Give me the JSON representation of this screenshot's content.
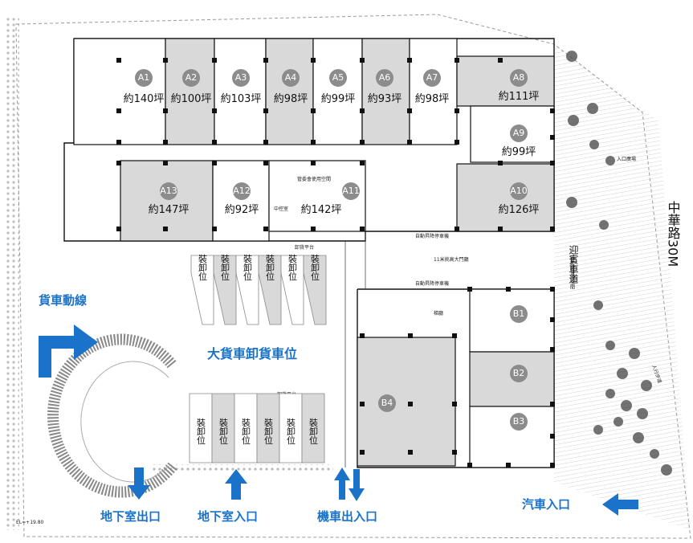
{
  "road_label": "中華路30M",
  "units_top": [
    {
      "id": "A1",
      "area": "約140坪"
    },
    {
      "id": "A2",
      "area": "約100坪"
    },
    {
      "id": "A3",
      "area": "約103坪"
    },
    {
      "id": "A4",
      "area": "約98坪"
    },
    {
      "id": "A5",
      "area": "約99坪"
    },
    {
      "id": "A6",
      "area": "約93坪"
    },
    {
      "id": "A7",
      "area": "約98坪"
    }
  ],
  "units_right": [
    {
      "id": "A8",
      "area": "約111坪"
    },
    {
      "id": "A9",
      "area": "約99坪"
    },
    {
      "id": "A10",
      "area": "約126坪"
    }
  ],
  "units_mid": [
    {
      "id": "A13",
      "area": "約147坪"
    },
    {
      "id": "A12",
      "area": "約92坪"
    },
    {
      "id": "A11",
      "area": "約142坪"
    }
  ],
  "units_b": [
    {
      "id": "B1"
    },
    {
      "id": "B2"
    },
    {
      "id": "B3"
    },
    {
      "id": "B4"
    }
  ],
  "labels": {
    "truck_route": "貨車動線",
    "big_truck_area": "大貨車卸貨車位",
    "basement_exit": "地下室出口",
    "basement_entrance": "地下室入口",
    "motorcycle_entrance": "機車出入口",
    "car_entrance": "汽車入口",
    "welcome_lane": "迎賓車道",
    "loading_bay": "裝卸位",
    "loading_platform": "卸貨平台",
    "shared_space": "管委會使用空間",
    "lobby": "11米挑高大門廳",
    "parking_tower_top": "自動昇降停車機",
    "parking_tower_bottom": "自動昇降停車機",
    "elevator_hall": "梯廳",
    "control_room": "中控室",
    "management_use": "管委會使用空間",
    "plaza": "入口廣場",
    "sidewalk": "人行步道",
    "elevation": "EL=+19.80"
  }
}
